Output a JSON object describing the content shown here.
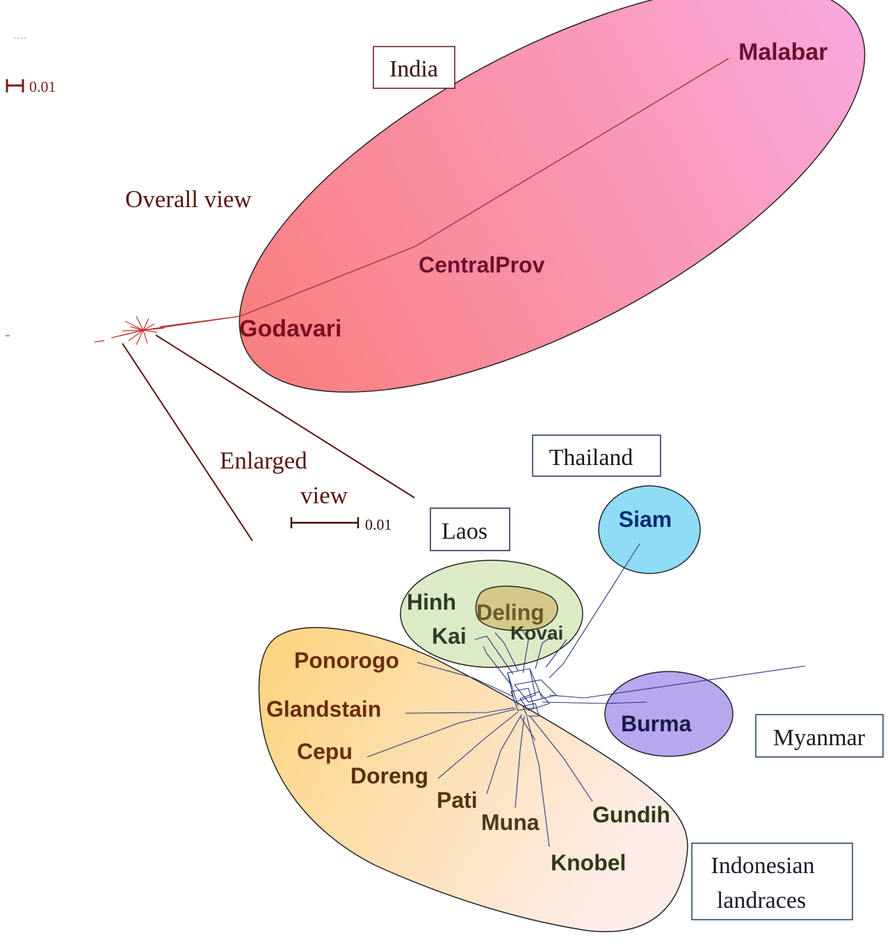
{
  "overall_scale_label": "0.01",
  "overall_view_label": "Overall view",
  "enlarged_view_label_line1": "Enlarged",
  "enlarged_view_label_line2": "view",
  "enlarged_scale_label": "0.01",
  "regions": {
    "india": "India",
    "thailand": "Thailand",
    "laos": "Laos",
    "myanmar": "Myanmar",
    "indonesia_line1": "Indonesian",
    "indonesia_line2": "landraces"
  },
  "taxa": {
    "malabar": "Malabar",
    "centralprov": "CentralProv",
    "godavari": "Godavari",
    "siam": "Siam",
    "burma": "Burma",
    "hinh": "Hinh",
    "deling": "Deling",
    "kai": "Kai",
    "kovai": "Kovai",
    "ponorogo": "Ponorogo",
    "glandstain": "Glandstain",
    "cepu": "Cepu",
    "doreng": "Doreng",
    "pati": "Pati",
    "muna": "Muna",
    "gundih": "Gundih",
    "knobel": "Knobel"
  },
  "colors": {
    "india_fill_left": "#f98a8a",
    "india_fill_right": "#f9a6d6",
    "siam_fill": "#8fdcf7",
    "burma_fill": "#b8a4ee",
    "laos_fill": "#dcebc8",
    "deling_fill": "#d4c988",
    "indonesia_fill_left": "#fcd98a",
    "indonesia_fill_right": "#fde8e4",
    "india_text": "#6b1030",
    "asia_text": "#0a2a5e",
    "laos_text": "#2f3a28",
    "indonesia_text": "#6a2e0e",
    "overall_tree": "#c0302a",
    "enlarged_tree": "#2a3580"
  }
}
